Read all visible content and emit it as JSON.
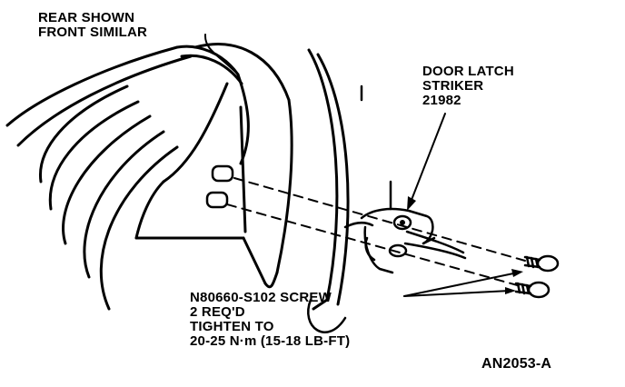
{
  "labels": {
    "view_note": [
      "REAR SHOWN",
      "FRONT SIMILAR"
    ],
    "striker": [
      "DOOR LATCH",
      "STRIKER",
      "21982"
    ],
    "screw": [
      "N80660-S102 SCREW",
      "2 REQ'D",
      "TIGHTEN TO",
      "20-25 N·m (15-18 LB-FT)"
    ],
    "figure_code": "AN2053-A"
  }
}
